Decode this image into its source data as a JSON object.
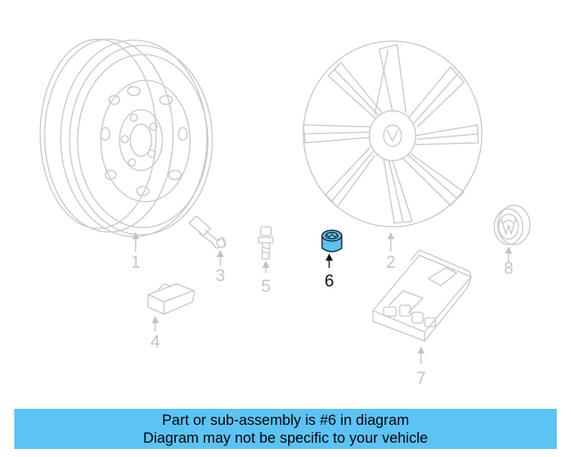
{
  "colors": {
    "highlight": "#5bc4f4",
    "ghost": "#c9c9c9",
    "active_callout": "#111111"
  },
  "parts": [
    {
      "callout": "1",
      "icon": "steel-wheel-icon",
      "highlighted": false
    },
    {
      "callout": "2",
      "icon": "alloy-wheel-icon",
      "highlighted": false
    },
    {
      "callout": "3",
      "icon": "valve-stem-icon",
      "highlighted": false
    },
    {
      "callout": "4",
      "icon": "tpms-sensor-icon",
      "highlighted": false
    },
    {
      "callout": "5",
      "icon": "wheel-bolt-icon",
      "highlighted": false
    },
    {
      "callout": "6",
      "icon": "locking-bolt-adapter-icon",
      "highlighted": true
    },
    {
      "callout": "7",
      "icon": "lock-set-case-icon",
      "highlighted": false
    },
    {
      "callout": "8",
      "icon": "center-cap-icon",
      "highlighted": false
    }
  ],
  "banner": {
    "line1": "Part or sub-assembly is #6 in diagram",
    "line2": "Diagram may not be specific to your vehicle"
  }
}
